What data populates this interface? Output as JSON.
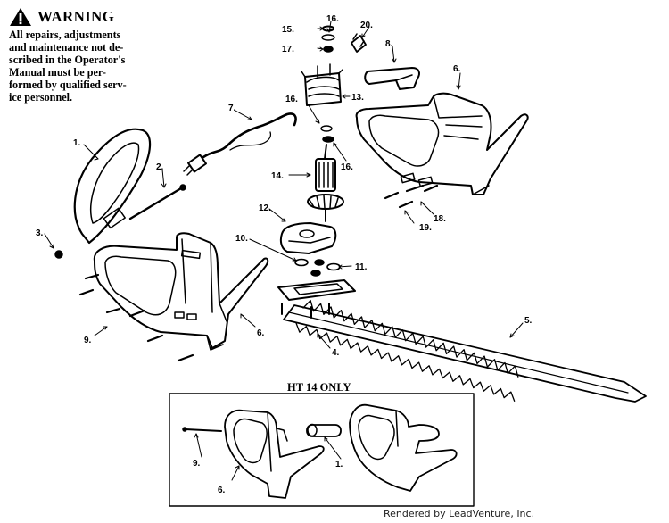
{
  "warning": {
    "title": "WARNING",
    "lines": [
      "All repairs, adjustments",
      "and maintenance not de-",
      "scribed in the Operator's",
      "Manual must be per-",
      "formed by qualified serv-",
      "ice personnel."
    ]
  },
  "callouts": {
    "c1": "1.",
    "c2": "2.",
    "c3": "3.",
    "c4": "4.",
    "c5": "5.",
    "c6a": "6.",
    "c6b": "6.",
    "c7": "7.",
    "c8": "8.",
    "c9": "9.",
    "c10": "10.",
    "c11": "11.",
    "c12": "12.",
    "c13": "13.",
    "c14": "14.",
    "c15": "15.",
    "c16a": "16.",
    "c16b": "16.",
    "c16c": "16.",
    "c17": "17.",
    "c18": "18.",
    "c19": "19.",
    "c20": "20.",
    "i9": "9.",
    "i6": "6.",
    "i1": "1."
  },
  "inset": {
    "title": "HT 14 ONLY"
  },
  "footer": {
    "credit": "Rendered by LeadVenture, Inc."
  },
  "colors": {
    "ink": "#000000",
    "paper": "#ffffff"
  }
}
